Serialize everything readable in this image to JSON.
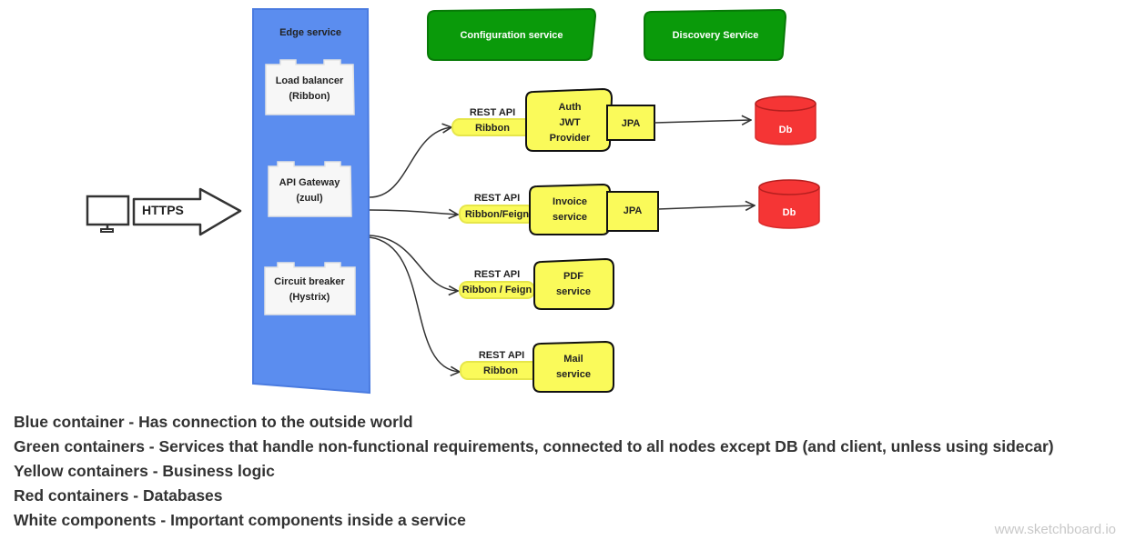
{
  "client": {
    "protocol": "HTTPS"
  },
  "edge_service": {
    "title": "Edge service",
    "components": [
      {
        "line1": "Load balancer",
        "line2": "(Ribbon)"
      },
      {
        "line1": "API Gateway",
        "line2": "(zuul)"
      },
      {
        "line1": "Circuit breaker",
        "line2": "(Hystrix)"
      }
    ]
  },
  "infrastructure": {
    "configuration": "Configuration service",
    "discovery": "Discovery Service"
  },
  "services": [
    {
      "api_label": "REST API",
      "client_lib": "Ribbon",
      "lines": [
        "Auth",
        "JWT",
        "Provider"
      ],
      "persistence": "JPA",
      "database": "Db"
    },
    {
      "api_label": "REST API",
      "client_lib": "Ribbon/Feign",
      "lines": [
        "Invoice",
        "service"
      ],
      "persistence": "JPA",
      "database": "Db"
    },
    {
      "api_label": "REST API",
      "client_lib": "Ribbon / Feign",
      "lines": [
        "PDF",
        "service"
      ]
    },
    {
      "api_label": "REST API",
      "client_lib": "Ribbon",
      "lines": [
        "Mail",
        "service"
      ]
    }
  ],
  "legend": [
    "Blue container - Has connection to the outside world",
    "Green containers - Services that handle non-functional requirements, connected to all nodes except DB (and client, unless using sidecar)",
    "Yellow containers - Business logic",
    "Red containers - Databases",
    "White components - Important components inside a service"
  ],
  "watermark": "www.sketchboard.io",
  "colors": {
    "edge_blue": "#5b8def",
    "infra_green": "#0a9a0a",
    "service_yellow": "#fafa5a",
    "db_red": "#f53535",
    "component_white": "#f7f7f7"
  }
}
